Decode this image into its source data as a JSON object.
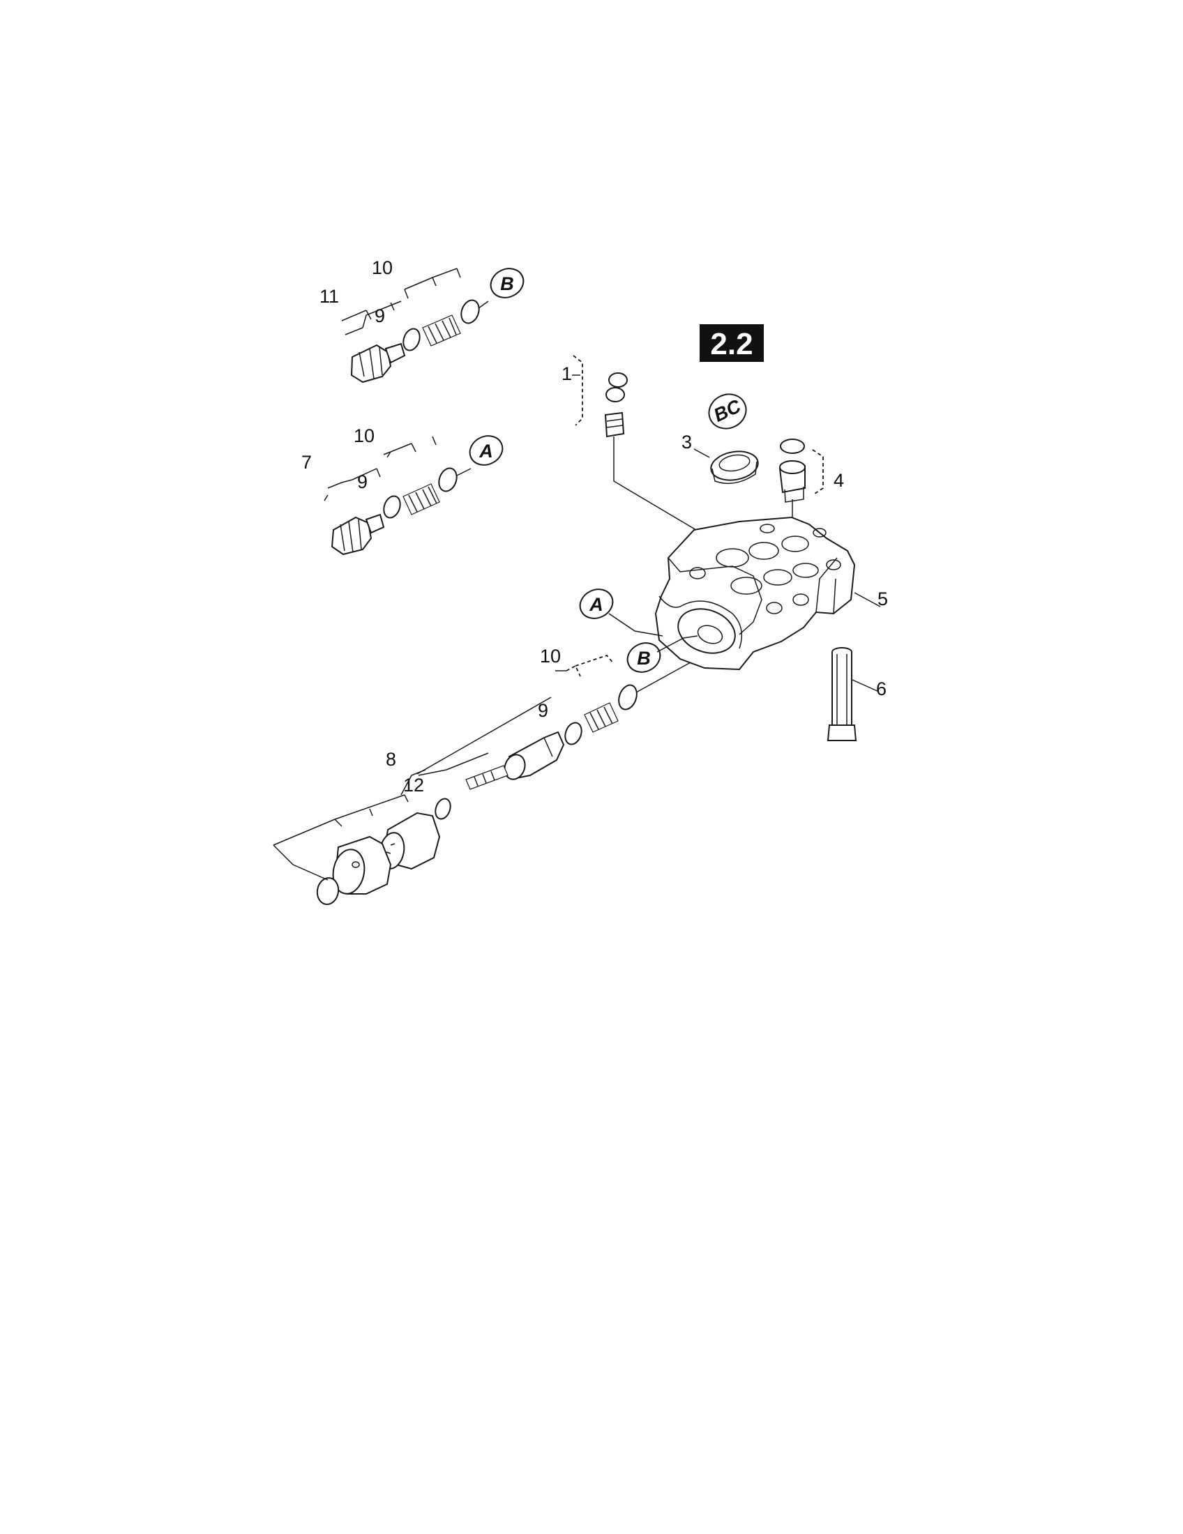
{
  "section_badge": "2.2",
  "callouts": {
    "c1": "1",
    "c3": "3",
    "c4": "4",
    "c5": "5",
    "c6": "6",
    "c7": "7",
    "c8": "8",
    "c9a": "9",
    "c9b": "9",
    "c9c": "9",
    "c10a": "10",
    "c10b": "10",
    "c10c": "10",
    "c11": "11",
    "c12": "12"
  },
  "tags": {
    "b_top": "B",
    "a_mid": "A",
    "a_body": "A",
    "b_body": "B",
    "bc": "BC"
  },
  "colors": {
    "ink": "#1a1a1a",
    "badge_bg": "#111111",
    "badge_text": "#ffffff",
    "paper": "#ffffff"
  }
}
